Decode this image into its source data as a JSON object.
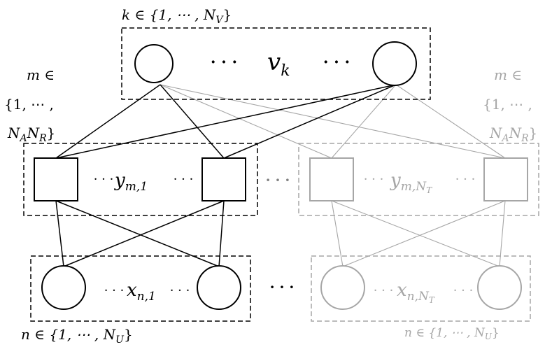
{
  "colors": {
    "dark": "#000000",
    "gray": "#a6a6a6"
  },
  "labels": {
    "v_set": "k ∈ {1, ⋯ , N",
    "v_set_sub": "V",
    "v_set_close": "}",
    "v_node": "v",
    "v_node_sub": "k",
    "dots": "· · ·",
    "m_left_l1": "m ∈",
    "m_left_l2": "{1, ⋯ ,",
    "m_left_l3a": "N",
    "m_left_l3a_sub": "A",
    "m_left_l3b": "N",
    "m_left_l3b_sub": "R",
    "m_left_l3c": "}",
    "y_left": "y",
    "y_left_sub": "m,1",
    "y_right": "y",
    "y_right_sub": "m,N",
    "y_right_subsub": "T",
    "x_left": "x",
    "x_left_sub": "n,1",
    "x_right": "x",
    "x_right_sub": "n,N",
    "x_right_subsub": "T",
    "n_set": "n ∈ {1, ⋯ , N",
    "n_set_sub": "U",
    "n_set_close": "}"
  }
}
